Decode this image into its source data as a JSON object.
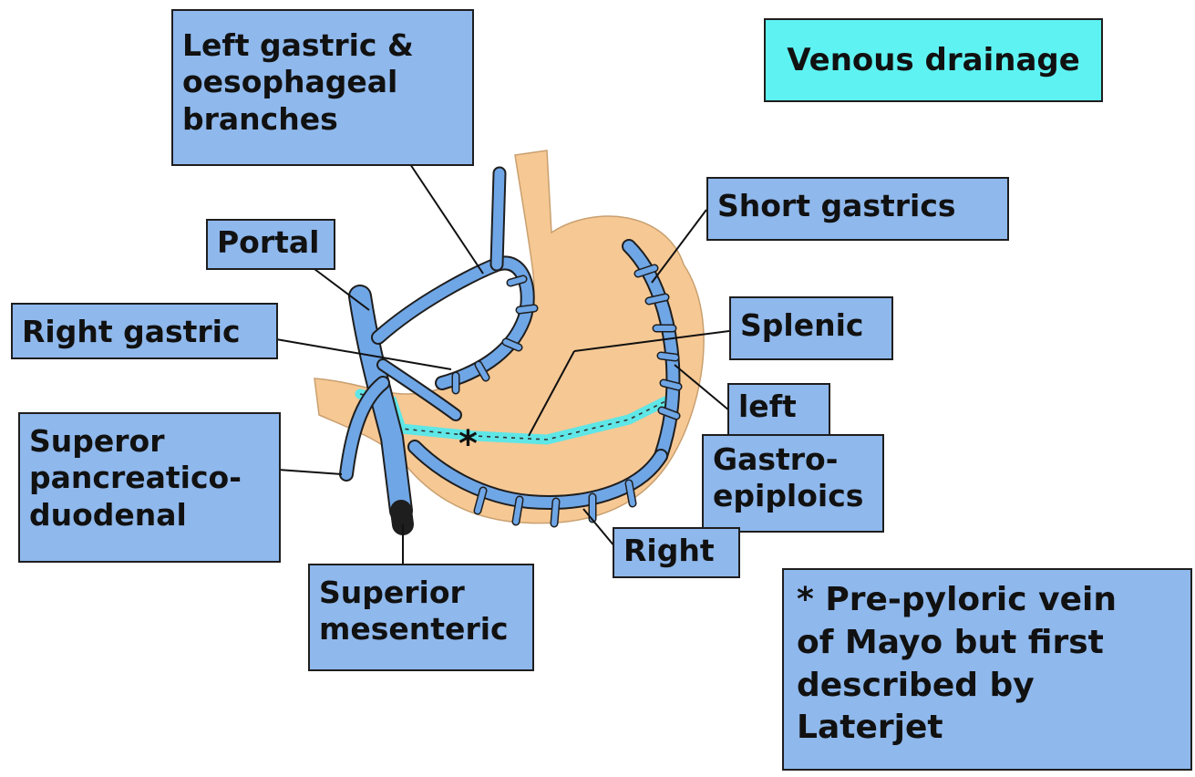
{
  "diagram": {
    "title": "Venous drainage",
    "labels": {
      "left_gastric": "Left gastric &\noesophageal\nbranches",
      "portal": "Portal",
      "right_gastric": "Right gastric",
      "superior_pancreaticoduodenal": "Superor\npancreatico-\nduodenal",
      "superior_mesenteric": "Superior\nmesenteric",
      "short_gastrics": "Short gastrics",
      "splenic": "Splenic",
      "left": "left",
      "gastroepiploics": "Gastro-\nepiploics",
      "right": "Right"
    },
    "star_symbol": "*",
    "note": "* Pre-pyloric vein\n   of Mayo but first\n   described by\n   Laterjet"
  },
  "colors": {
    "label_fill": "#8fb8ec",
    "title_fill": "#5ff2f2",
    "vein": "#6fa6e6",
    "stomach": "#f6c894",
    "splenic_dotted": "#5fe6e6"
  }
}
